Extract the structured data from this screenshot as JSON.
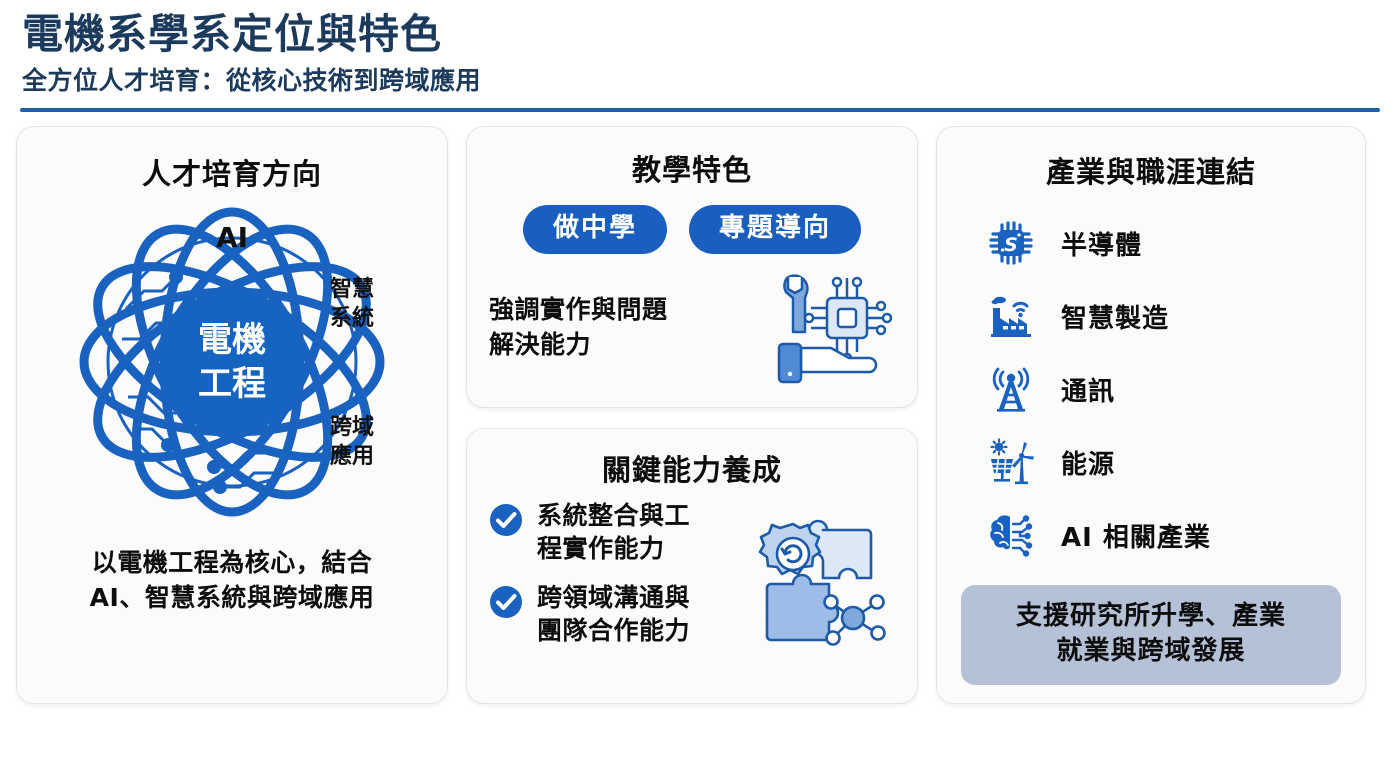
{
  "header": {
    "title": "電機系學系定位與特色",
    "subtitle": "全方位人才培育：從核心技術到跨域應用",
    "accent_color": "#1f5fae",
    "title_color": "#1b3a5c"
  },
  "talent_card": {
    "title": "人才培育方向",
    "diagram": {
      "core_line1": "電機",
      "core_line2": "工程",
      "label_top": "AI",
      "label_right_upper_line1": "智慧",
      "label_right_upper_line2": "系統",
      "label_right_lower_line1": "跨域",
      "label_right_lower_line2": "應用",
      "orbit_color": "#1a62c0",
      "core_color": "#1464c0"
    },
    "caption_line1": "以電機工程為核心，結合",
    "caption_line2": "AI、智慧系統與跨域應用"
  },
  "teaching_card": {
    "title": "教學特色",
    "pills": [
      "做中學",
      "專題導向"
    ],
    "pill_color": "#1a5fbf",
    "body_line1": "強調實作與問題",
    "body_line2": "解決能力",
    "icon": "wrench-chip-hand-icon"
  },
  "skills_card": {
    "title": "關鍵能力養成",
    "items": [
      {
        "icon": "check-circle-icon",
        "line1": "系統整合與工",
        "line2": "程實作能力"
      },
      {
        "icon": "check-circle-icon",
        "line1": "跨領域溝通與",
        "line2": "團隊合作能力"
      }
    ],
    "icon": "gear-puzzle-network-icon",
    "check_color": "#1a62c0"
  },
  "industry_card": {
    "title": "產業與職涯連結",
    "items": [
      {
        "icon": "semiconductor-chip-icon",
        "label": "半導體"
      },
      {
        "icon": "smart-factory-icon",
        "label": "智慧製造"
      },
      {
        "icon": "antenna-tower-icon",
        "label": "通訊"
      },
      {
        "icon": "solar-wind-energy-icon",
        "label": "能源"
      },
      {
        "icon": "ai-brain-circuit-icon",
        "label": "AI 相關產業"
      }
    ],
    "banner_line1": "支援研究所升學、產業",
    "banner_line2": "就業與跨域發展",
    "banner_color": "#b4c1d6",
    "icon_color": "#1a62c0"
  }
}
